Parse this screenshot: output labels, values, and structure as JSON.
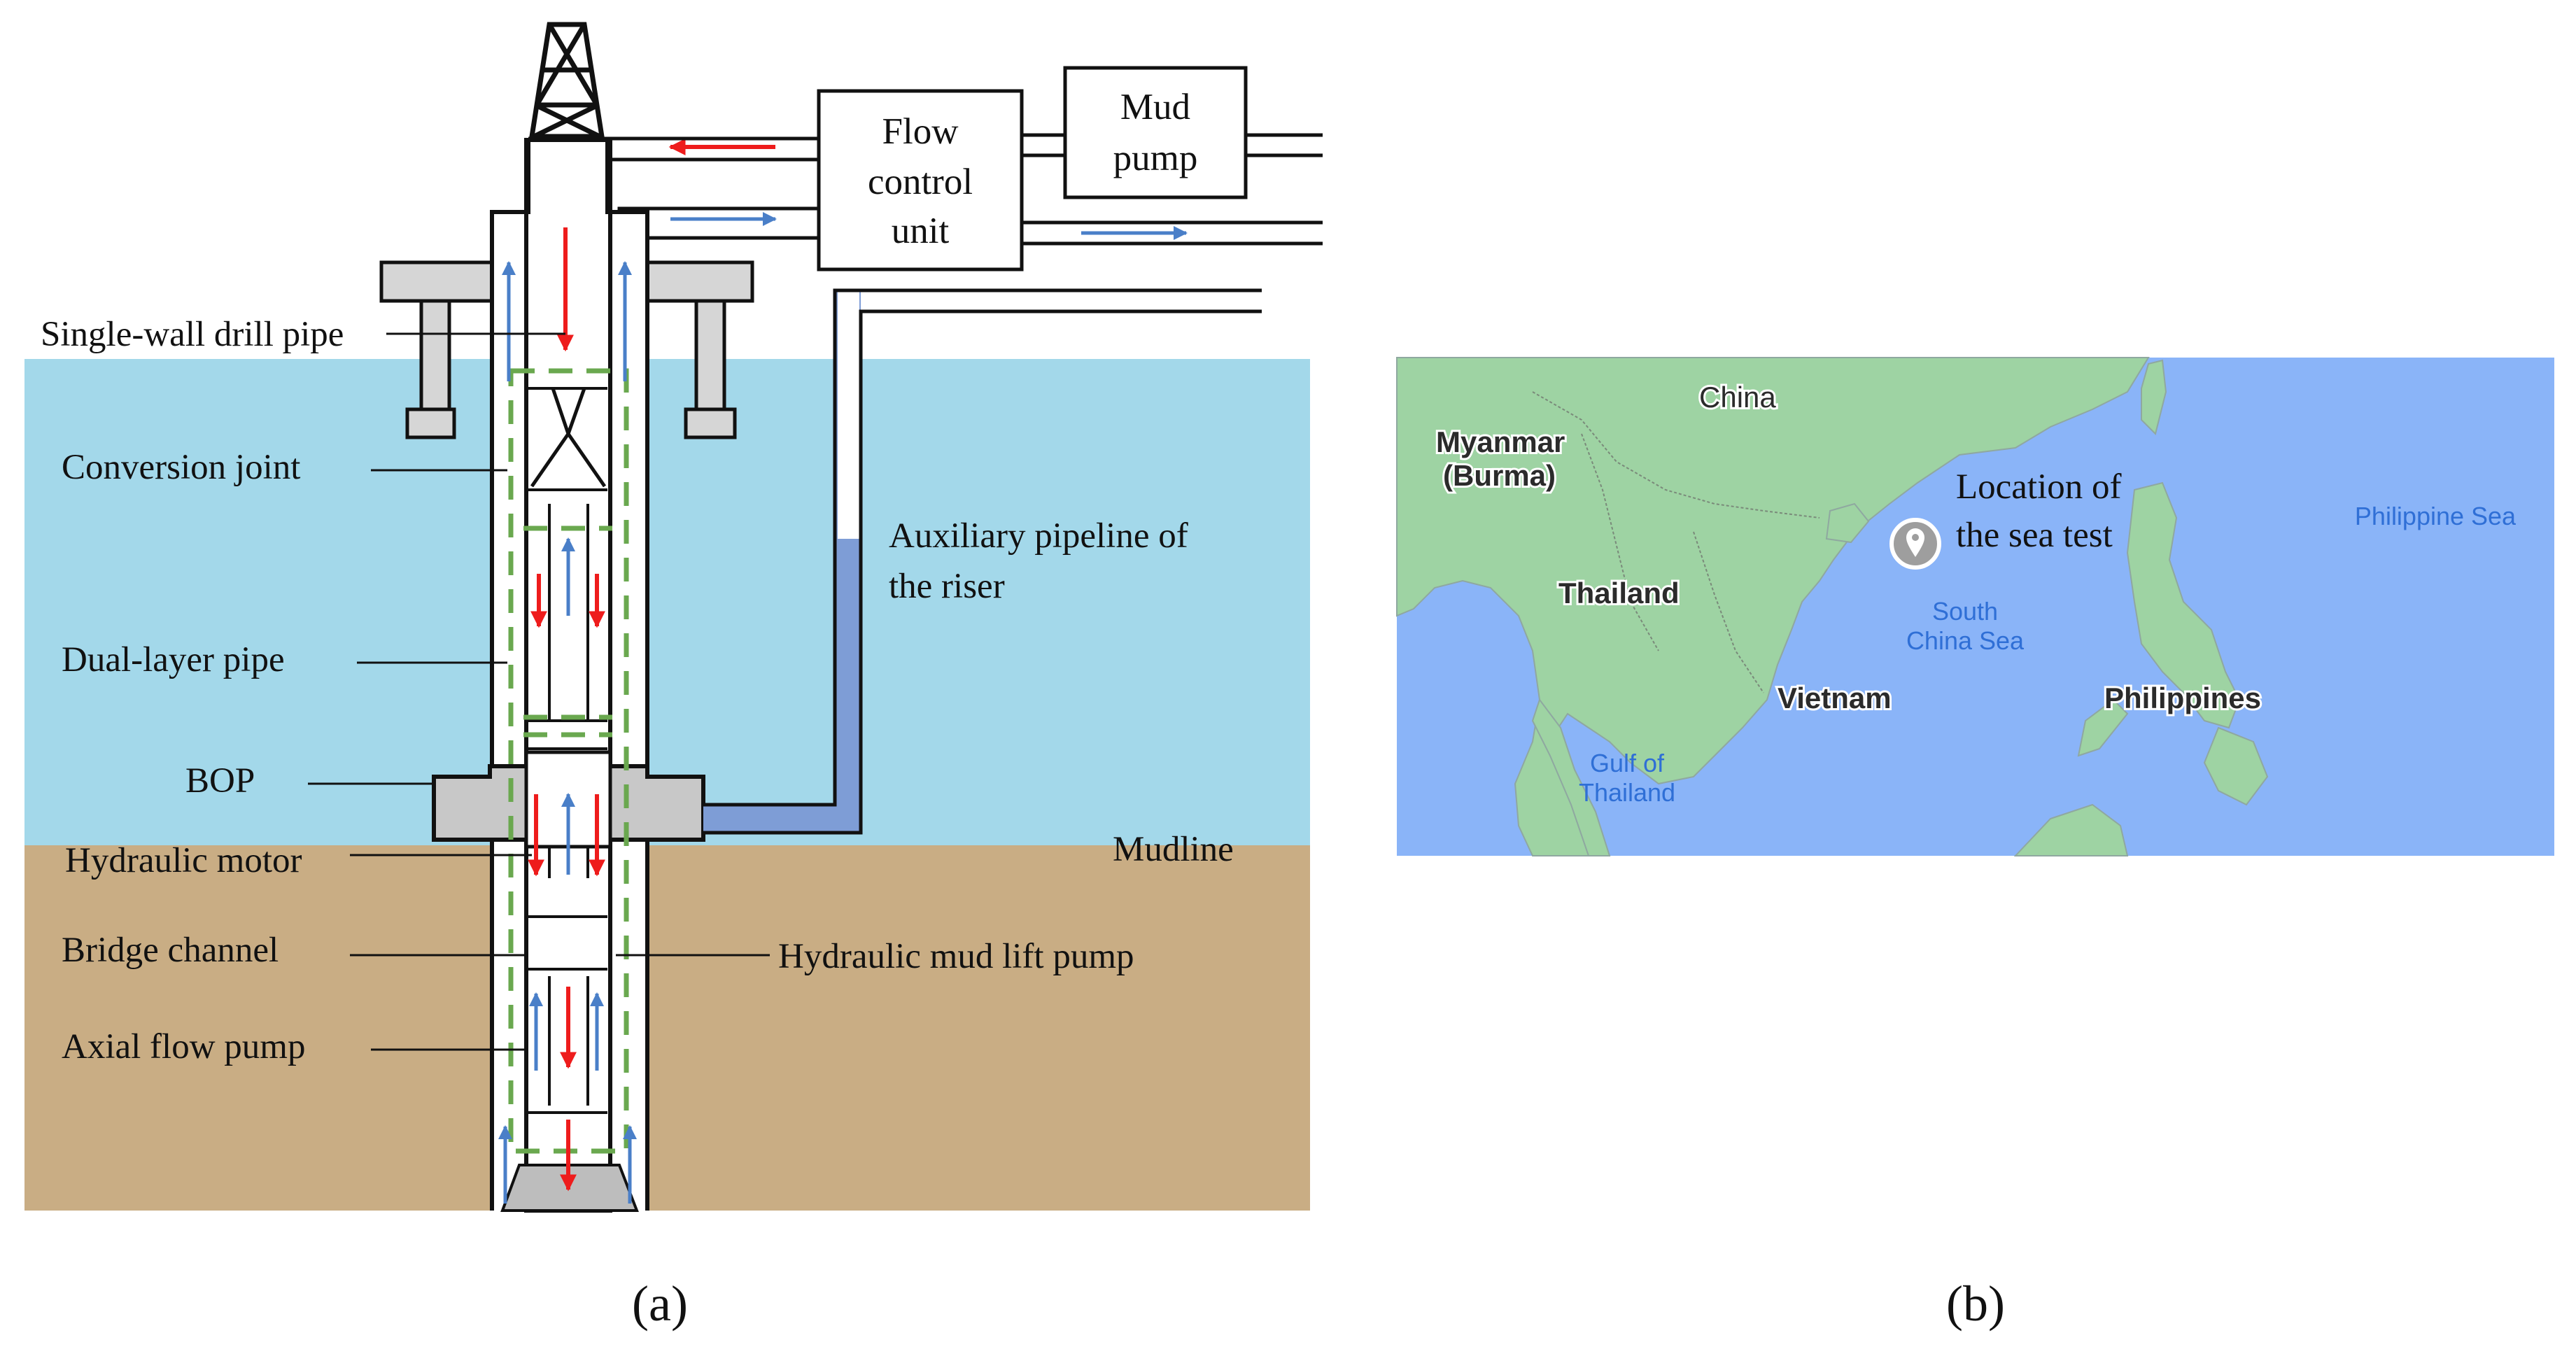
{
  "panel_a": {
    "boxes": {
      "flow_control": [
        "Flow",
        "control",
        "unit"
      ],
      "mud_pump": [
        "Mud",
        "pump"
      ]
    },
    "labels": {
      "single_wall_drill_pipe": "Single-wall drill pipe",
      "conversion_joint": "Conversion joint",
      "dual_layer_pipe": "Dual-layer pipe",
      "bop": "BOP",
      "hydraulic_motor": "Hydraulic motor",
      "bridge_channel": "Bridge channel",
      "axial_flow_pump": "Axial flow pump",
      "auxiliary_pipeline": [
        "Auxiliary pipeline of",
        "the riser"
      ],
      "mudline": "Mudline",
      "hydraulic_mud_lift_pump": "Hydraulic mud lift pump"
    },
    "caption": "(a)"
  },
  "panel_b": {
    "countries": {
      "china": "China",
      "myanmar": [
        "Myanmar",
        "(Burma)"
      ],
      "thailand": "Thailand",
      "vietnam": "Vietnam",
      "philippines": "Philippines"
    },
    "seas": {
      "south_china_sea": [
        "South",
        "China Sea"
      ],
      "gulf_of_thailand": [
        "Gulf of",
        "Thailand"
      ],
      "philippine_sea": "Philippine Sea"
    },
    "location": [
      "Location of",
      "the sea test"
    ],
    "caption": "(b)"
  },
  "colors": {
    "sea": "#a3d8ea",
    "seabed": "#c9ad84",
    "down_flow": "#ee1c1c",
    "up_flow": "#4a7fc8",
    "dashed_outline": "#6aa84f",
    "equipment_gray": "#c8c8c8",
    "map_water": "#8ab4f8",
    "map_land": "#9ed3a3"
  },
  "icons": [
    "derrick-icon",
    "location-pin-icon"
  ]
}
